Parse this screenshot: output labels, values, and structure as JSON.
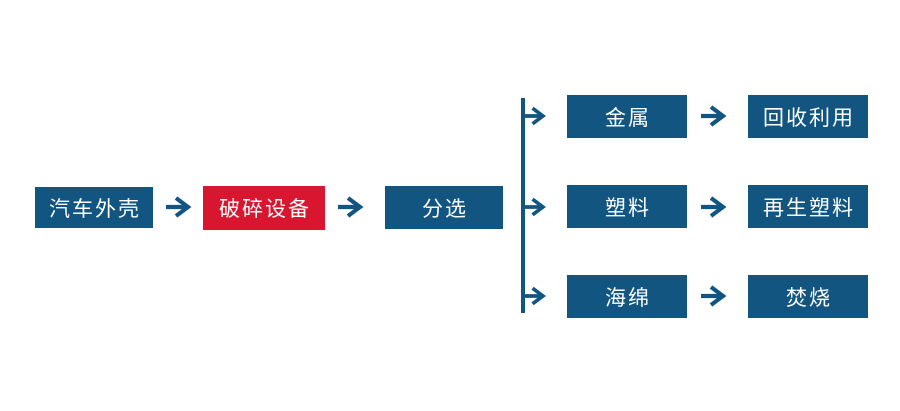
{
  "colors": {
    "node_blue": "#115580",
    "node_red": "#D91630",
    "text_white": "#FFFFFF",
    "canvas_bg": "#FFFFFF"
  },
  "flowchart": {
    "main": [
      {
        "label": "汽车外壳"
      },
      {
        "label": "破碎设备"
      },
      {
        "label": "分选"
      }
    ],
    "branches": [
      {
        "source": "金属",
        "result": "回收利用"
      },
      {
        "source": "塑料",
        "result": "再生塑料"
      },
      {
        "source": "海绵",
        "result": "焚烧"
      }
    ]
  }
}
